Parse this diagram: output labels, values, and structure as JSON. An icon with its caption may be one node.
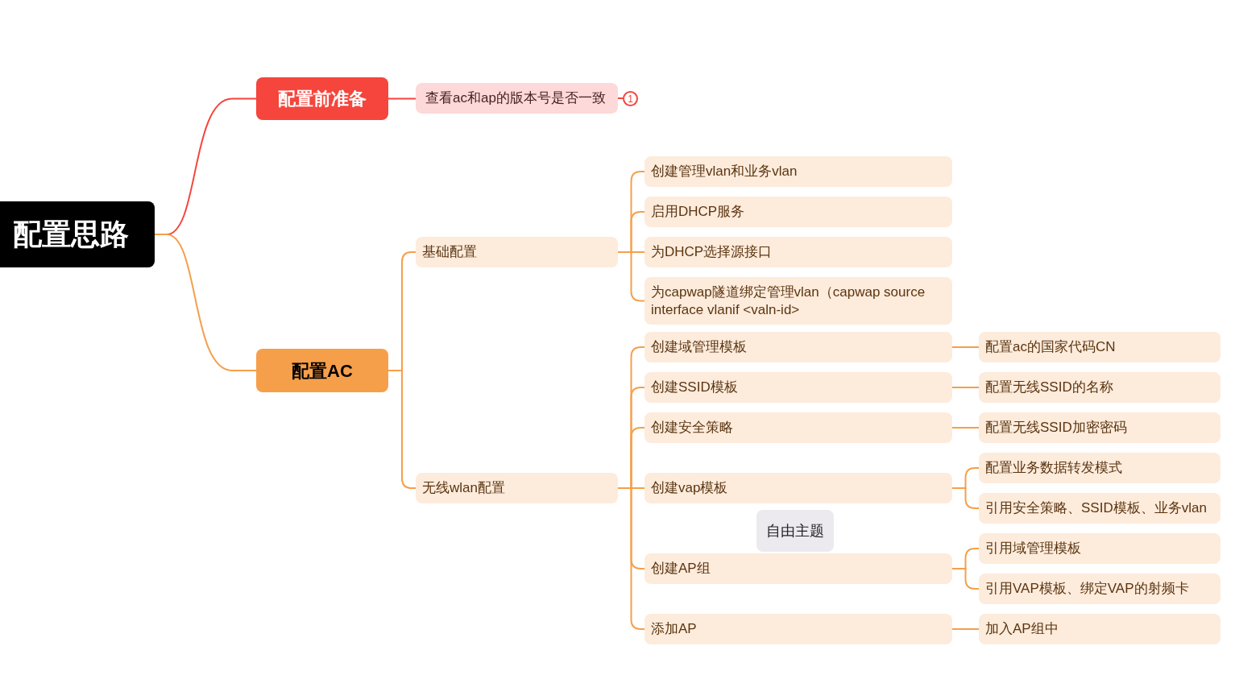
{
  "diagram": {
    "nodes": [
      {
        "text": [
          "配置思路"
        ]
      },
      {
        "text": [
          "配置前准备"
        ]
      },
      {
        "text": [
          "查看ac和ap的版本号是否一致"
        ]
      },
      {
        "text": [
          "1"
        ]
      },
      {
        "text": [
          "配置AC"
        ]
      },
      {
        "text": [
          "基础配置"
        ]
      },
      {
        "text": [
          "无线wlan配置"
        ]
      },
      {
        "text": [
          "创建管理vlan和业务vlan"
        ]
      },
      {
        "text": [
          "启用DHCP服务"
        ]
      },
      {
        "text": [
          "为DHCP选择源接口"
        ]
      },
      {
        "text": [
          "为capwap隧道绑定管理vlan（capwap source interface vlanif <valn-id>"
        ]
      },
      {
        "text": [
          "创建域管理模板"
        ]
      },
      {
        "text": [
          "创建SSID模板"
        ]
      },
      {
        "text": [
          "创建安全策略"
        ]
      },
      {
        "text": [
          "创建vap模板"
        ]
      },
      {
        "text": [
          "创建AP组"
        ]
      },
      {
        "text": [
          "添加AP"
        ]
      },
      {
        "text": [
          "配置ac的国家代码CN"
        ]
      },
      {
        "text": [
          "配置无线SSID的名称"
        ]
      },
      {
        "text": [
          "配置无线SSID加密密码"
        ]
      },
      {
        "text": [
          "配置业务数据转发模式"
        ]
      },
      {
        "text": [
          "引用安全策略、SSID模板、业务vlan"
        ]
      },
      {
        "text": [
          "引用域管理模板"
        ]
      },
      {
        "text": [
          "引用VAP模板、绑定VAP的射频卡"
        ]
      },
      {
        "text": [
          "加入AP组中"
        ]
      },
      {
        "text": [
          "自由主题"
        ]
      }
    ],
    "edges": [
      {
        "from": 0,
        "to": 1,
        "arrow": "none",
        "color": "#f5453c"
      },
      {
        "from": 0,
        "to": 4,
        "arrow": "none"
      },
      {
        "from": 1,
        "to": 2,
        "arrow": "none",
        "color": "#f5453c"
      },
      {
        "from": 2,
        "to": 3,
        "arrow": "none",
        "color": "#f5453c"
      },
      {
        "from": 4,
        "to": 5,
        "arrow": "none"
      },
      {
        "from": 4,
        "to": 6,
        "arrow": "none"
      },
      {
        "from": 5,
        "to": 7,
        "arrow": "none"
      },
      {
        "from": 5,
        "to": 8,
        "arrow": "none"
      },
      {
        "from": 5,
        "to": 9,
        "arrow": "none"
      },
      {
        "from": 5,
        "to": 10,
        "arrow": "none"
      },
      {
        "from": 6,
        "to": 11,
        "arrow": "none"
      },
      {
        "from": 6,
        "to": 12,
        "arrow": "none"
      },
      {
        "from": 6,
        "to": 13,
        "arrow": "none"
      },
      {
        "from": 6,
        "to": 14,
        "arrow": "none"
      },
      {
        "from": 6,
        "to": 15,
        "arrow": "none"
      },
      {
        "from": 6,
        "to": 16,
        "arrow": "none"
      },
      {
        "from": 11,
        "to": 17,
        "arrow": "none"
      },
      {
        "from": 12,
        "to": 18,
        "arrow": "none"
      },
      {
        "from": 13,
        "to": 19,
        "arrow": "none"
      },
      {
        "from": 14,
        "to": 20,
        "arrow": "none"
      },
      {
        "from": 14,
        "to": 21,
        "arrow": "none"
      },
      {
        "from": 15,
        "to": 22,
        "arrow": "none"
      },
      {
        "from": 15,
        "to": 23,
        "arrow": "none"
      },
      {
        "from": 16,
        "to": 24,
        "arrow": "none"
      }
    ]
  }
}
